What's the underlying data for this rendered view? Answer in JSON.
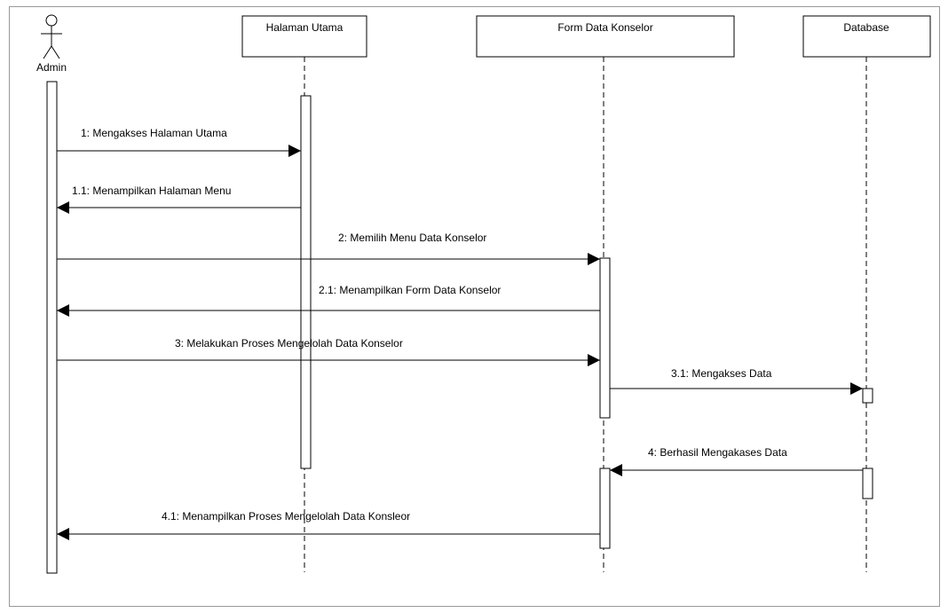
{
  "diagram": {
    "actor": {
      "name": "Admin"
    },
    "lifelines": [
      {
        "id": "halaman-utama",
        "name": "Halaman Utama"
      },
      {
        "id": "form-data-konselor",
        "name": "Form Data Konselor"
      },
      {
        "id": "database",
        "name": "Database"
      }
    ],
    "messages": [
      {
        "label": "1: Mengakses Halaman Utama",
        "from": "Admin",
        "to": "Halaman Utama",
        "kind": "call"
      },
      {
        "label": "1.1: Menampilkan Halaman Menu",
        "from": "Halaman Utama",
        "to": "Admin",
        "kind": "return"
      },
      {
        "label": "2: Memilih Menu Data Konselor",
        "from": "Admin",
        "to": "Form Data Konselor",
        "kind": "call"
      },
      {
        "label": "2.1: Menampilkan Form Data Konselor",
        "from": "Form Data Konselor",
        "to": "Admin",
        "kind": "return"
      },
      {
        "label": "3: Melakukan Proses Mengelolah Data Konselor",
        "from": "Admin",
        "to": "Form Data Konselor",
        "kind": "call"
      },
      {
        "label": "3.1: Mengakses Data",
        "from": "Form Data Konselor",
        "to": "Database",
        "kind": "call"
      },
      {
        "label": "4: Berhasil Mengakases Data",
        "from": "Database",
        "to": "Form Data Konselor",
        "kind": "call"
      },
      {
        "label": "4.1: Menampilkan Proses Mengelolah Data Konsleor",
        "from": "Form Data Konselor",
        "to": "Admin",
        "kind": "return"
      }
    ],
    "colors": {
      "stroke": "#000000",
      "background": "#ffffff"
    }
  }
}
